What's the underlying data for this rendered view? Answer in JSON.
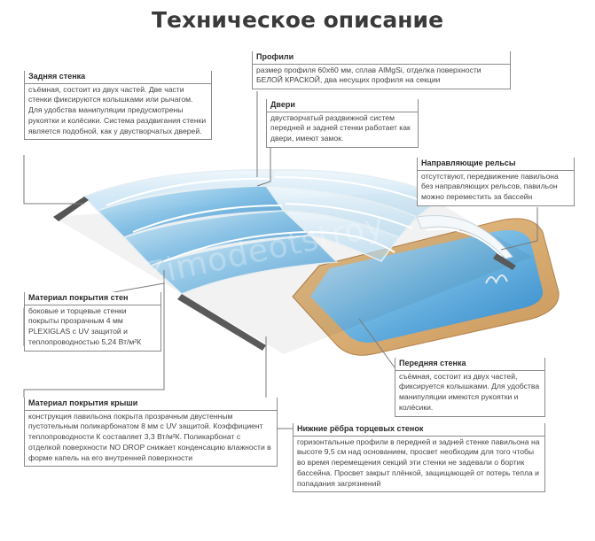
{
  "title": "Техническое описание",
  "watermark": "Zimodeotstroy",
  "callouts": {
    "back_wall": {
      "heading": "Задняя стенка",
      "text": "съёмная, состоит из двух частей. Две части стенки фиксируются колышками или рычагом. Для удобства манипуляции предусмотрены рукоятки и колёсики. Система раздвигания стенки является подобной, как у двустворчатых дверей."
    },
    "profiles": {
      "heading": "Профили",
      "text": "размер профиля 60x60 мм, сплав AlMgSi, отделка поверхности БЕЛОЙ КРАСКОЙ, два несущих профиля на секции"
    },
    "doors": {
      "heading": "Двери",
      "text": "двустворчатый раздвижной систем передней и задней стенки работает как двери, имеют замок."
    },
    "rails": {
      "heading": "Направляющие рельсы",
      "text": "отсутствуют, передвижение павильона без направляющих рельсов, павильон можно переместить за бассейн"
    },
    "wall_cover": {
      "heading": "Материал покрытия стен",
      "text": "боковые и торцевые стенки покрыты прозрачным 4 мм PLEXIGLAS с UV защитой и теплопроводностью 5,24 Вт/м²К"
    },
    "front_wall": {
      "heading": "Передняя стенка",
      "text": "съёмная, состоит из двух частей, фиксируется колышками. Для удобства манипуляции имеются рукоятки и колёсики."
    },
    "roof_cover": {
      "heading": "Материал покрытия крыши",
      "text": "конструкция павильона покрыта прозрачным двустенным пустотельным поликарбонатом 8 мм с UV защитой. Коэффициент теплопроводности К составляет 3,3 Вт/м²К. Поликарбонат с отделкой поверхности NO DROP снижает конденсацию влажности в форме капель на его внутренней поверхности"
    },
    "end_ribs": {
      "heading": "Нижние рёбра торцевых стенок",
      "text": "горизонтальные профили в передней и задней стенке павильона на высоте 9,5 см над основанием, просвет необходим для того чтобы во время перемещения секций эти стенки не задевали о бортик бассейна. Просвет закрыт плёнкой, защищающей от потерь тепла и попадания загрязнений"
    }
  }
}
